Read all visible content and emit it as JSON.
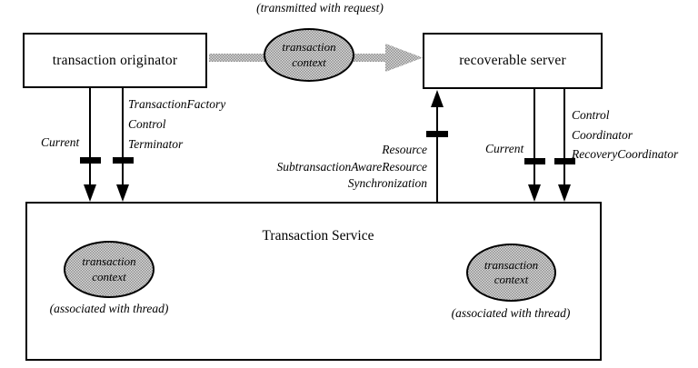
{
  "labels": {
    "transmitted": "(transmitted with request)",
    "originator": "transaction originator",
    "server": "recoverable server",
    "service": "Transaction Service",
    "associated_left": "(associated with thread)",
    "associated_right": "(associated with thread)"
  },
  "ellipses": {
    "top": {
      "line1": "transaction",
      "line2": "context"
    },
    "bottom_left": {
      "line1": "transaction",
      "line2": "context"
    },
    "bottom_right": {
      "line1": "transaction",
      "line2": "context"
    }
  },
  "interfaces": {
    "left": {
      "current": "Current",
      "factory": "TransactionFactory",
      "control": "Control",
      "terminator": "Terminator"
    },
    "middle": {
      "resource": "Resource",
      "subtransaction": "SubtransactionAwareResource",
      "synchronization": "Synchronization"
    },
    "right": {
      "current": "Current",
      "control": "Control",
      "coordinator": "Coordinator",
      "recovery": "RecoveryCoordinator"
    }
  },
  "colors": {
    "line": "#000000",
    "halftone_dark": "#8d8d8d",
    "halftone_light": "#dcdcdc",
    "background": "#ffffff"
  }
}
